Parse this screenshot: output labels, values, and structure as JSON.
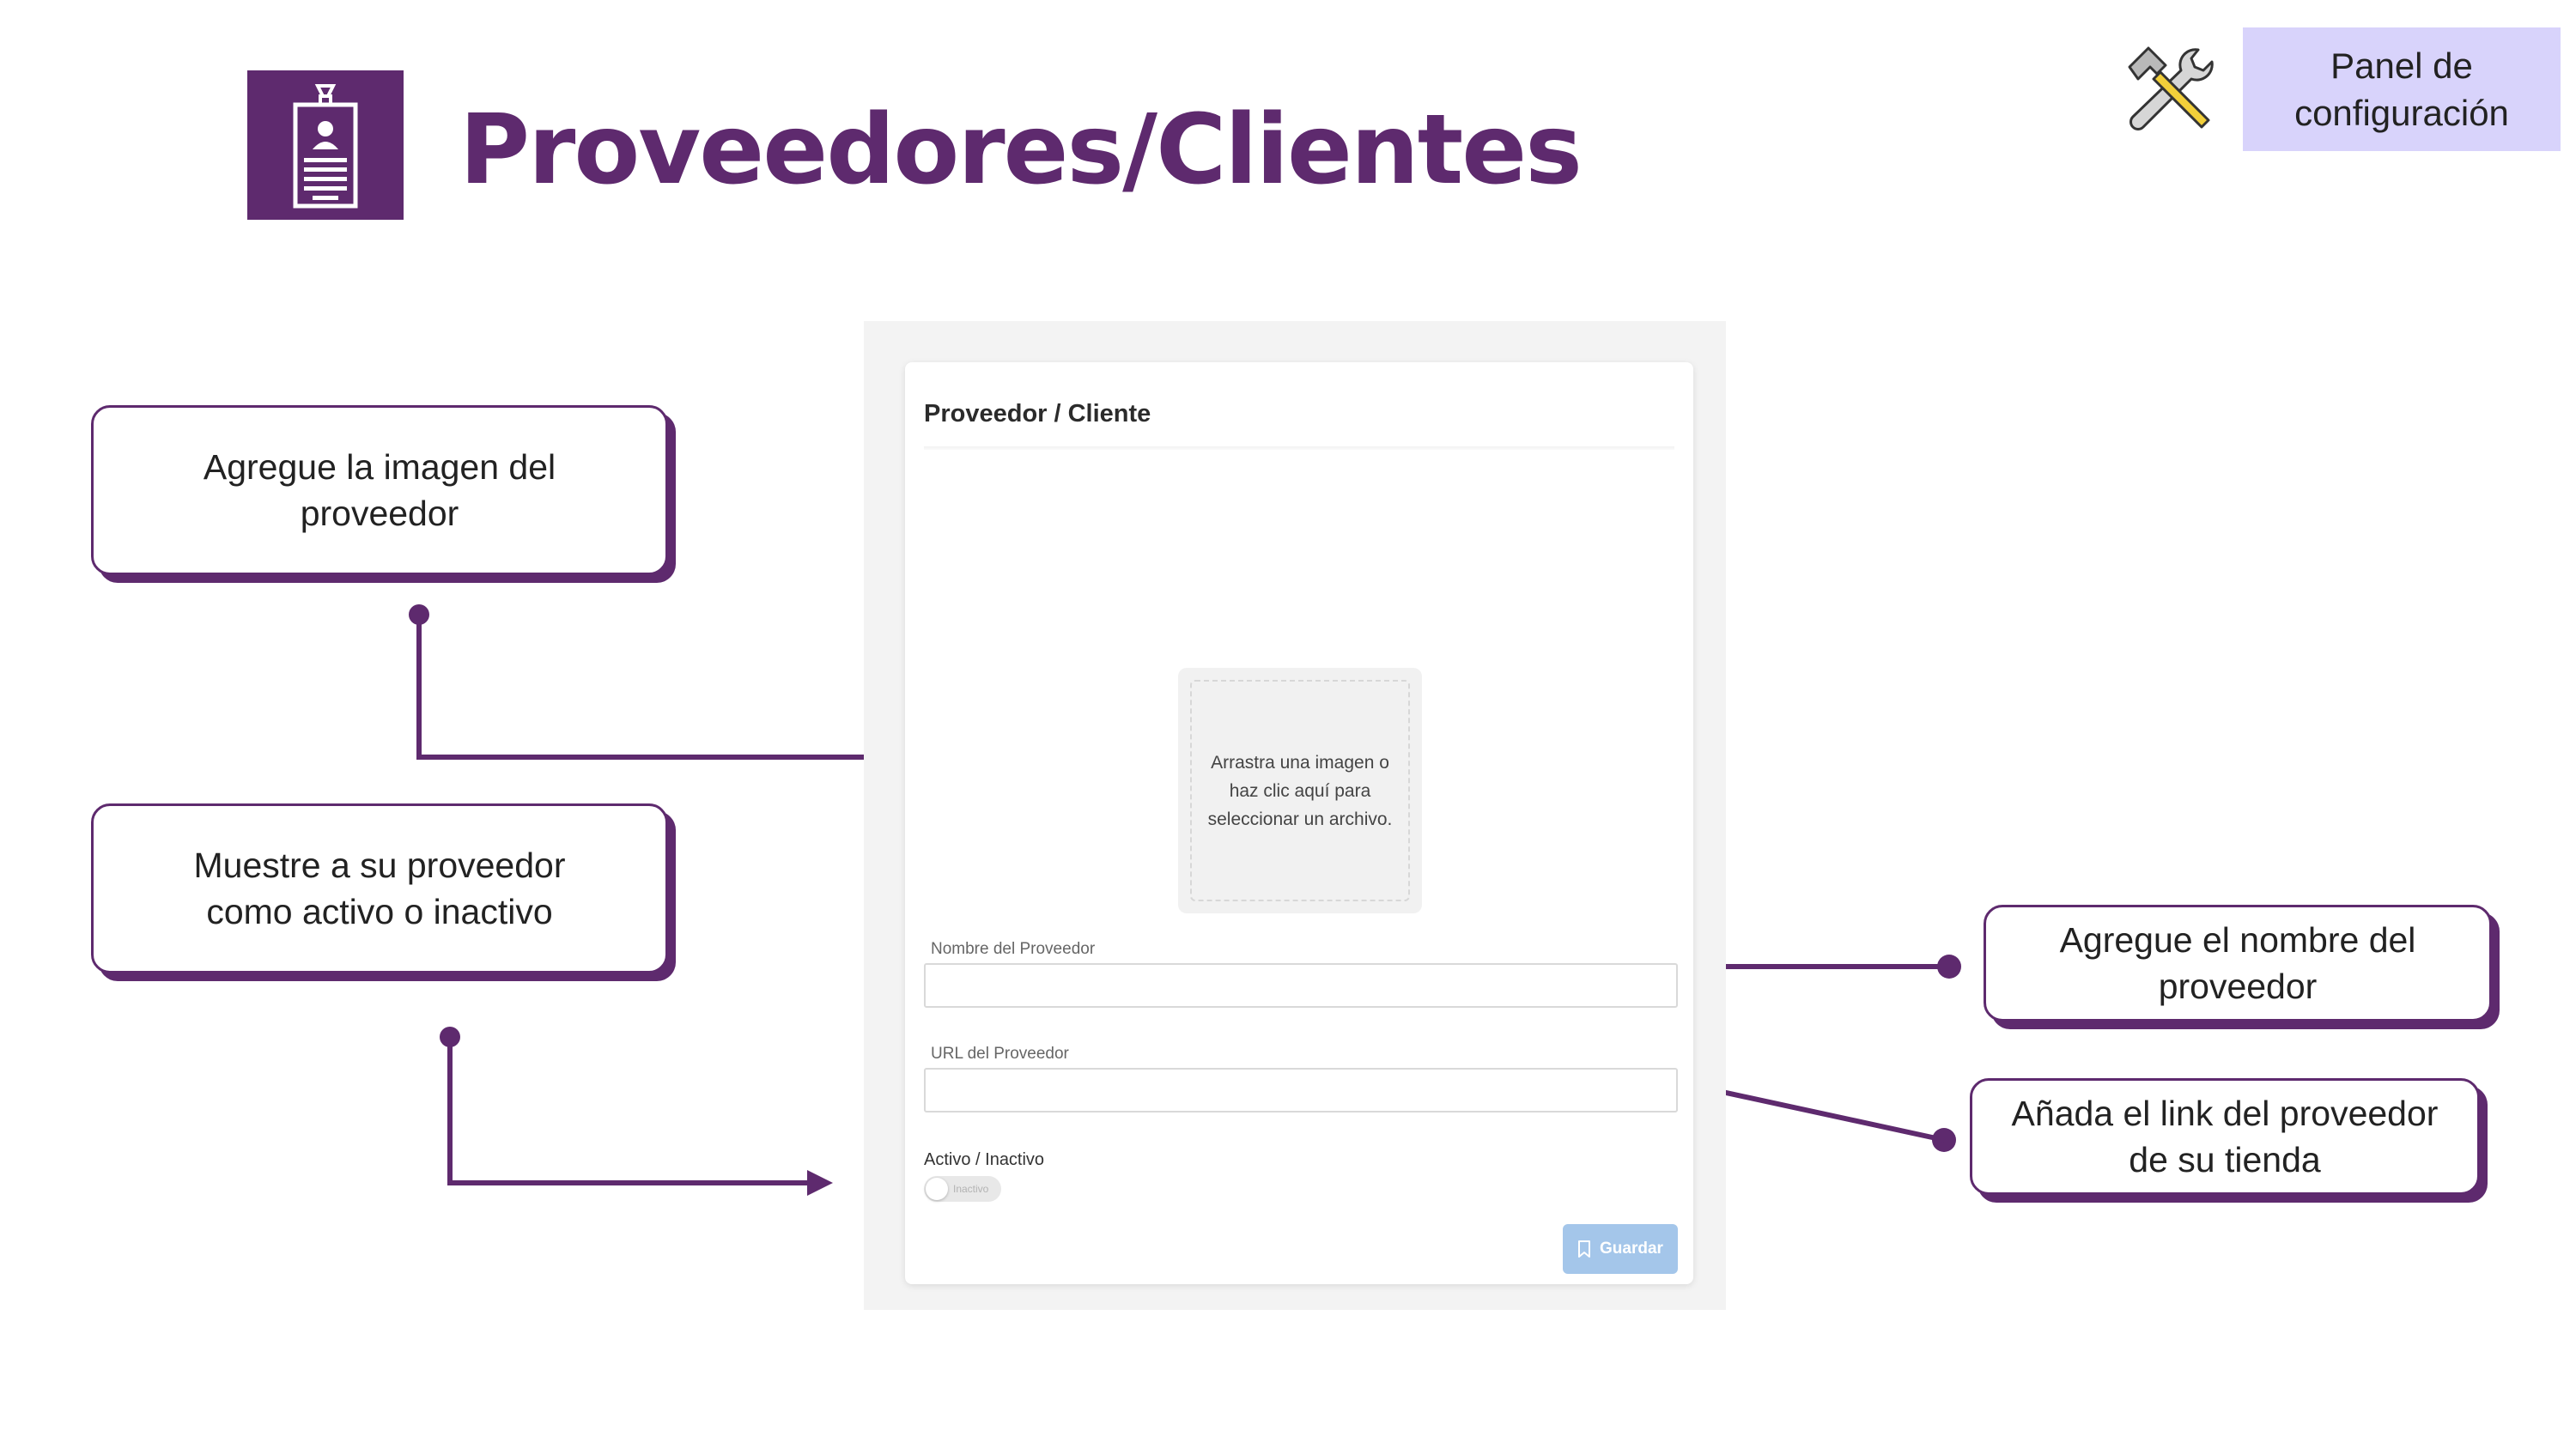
{
  "header": {
    "title": "Proveedores/Clientes",
    "brand_icon": "id-badge-icon",
    "tools_icon": "hammer-wrench-icon",
    "settings_button_label": "Panel de configuración"
  },
  "callouts": {
    "image": "Agregue la imagen del proveedor",
    "status": "Muestre a su proveedor como activo o inactivo",
    "name": "Agregue el nombre del proveedor",
    "url": "Añada el link del proveedor de su tienda"
  },
  "form": {
    "title": "Proveedor / Cliente",
    "dropzone_text": "Arrastra una imagen o haz clic aquí para seleccionar un archivo.",
    "name_label": "Nombre del Proveedor",
    "name_value": "",
    "url_label": "URL del Proveedor",
    "url_value": "",
    "toggle_label": "Activo / Inactivo",
    "toggle_state": "Inactivo",
    "save_label": "Guardar",
    "save_icon": "bookmark-icon"
  },
  "colors": {
    "brand_purple": "#5e2a6e",
    "settings_bg": "#d8d3fb",
    "save_button": "#a4c6ea"
  }
}
